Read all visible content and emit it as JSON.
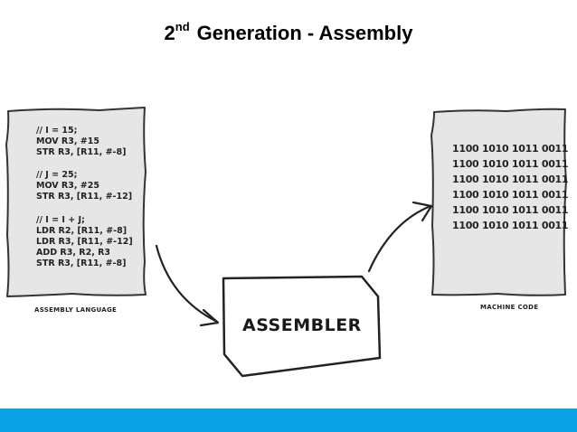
{
  "title": {
    "number": "2",
    "suffix": "nd",
    "text": "Generation  - Assembly"
  },
  "assembly_code": {
    "lines": [
      "// I = 15;",
      "MOV R3, #15",
      "STR R3, [R11, #-8]",
      "// J = 25;",
      "MOV R3, #25",
      "STR R3, [R11, #-12]",
      "// I = I + J;",
      "LDR R2, [R11, #-8]",
      "LDR R3, [R11, #-12]",
      "ADD R3, R2, R3",
      "STR R3, [R11, #-8]"
    ],
    "caption": "ASSEMBLY LANGUAGE"
  },
  "assembler": {
    "label": "ASSEMBLER"
  },
  "machine_code": {
    "lines": [
      "1100 1010 1011 0011",
      "1100 1010 1011 0011",
      "1100 1010 1011 0011",
      "1100 1010 1011 0011",
      "1100 1010 1011 0011",
      "1100 1010 1011 0011"
    ],
    "caption": "MACHINE CODE"
  },
  "colors": {
    "paper": "#e6e6e6",
    "ink": "#222222",
    "bar": "#0aa3e6"
  }
}
